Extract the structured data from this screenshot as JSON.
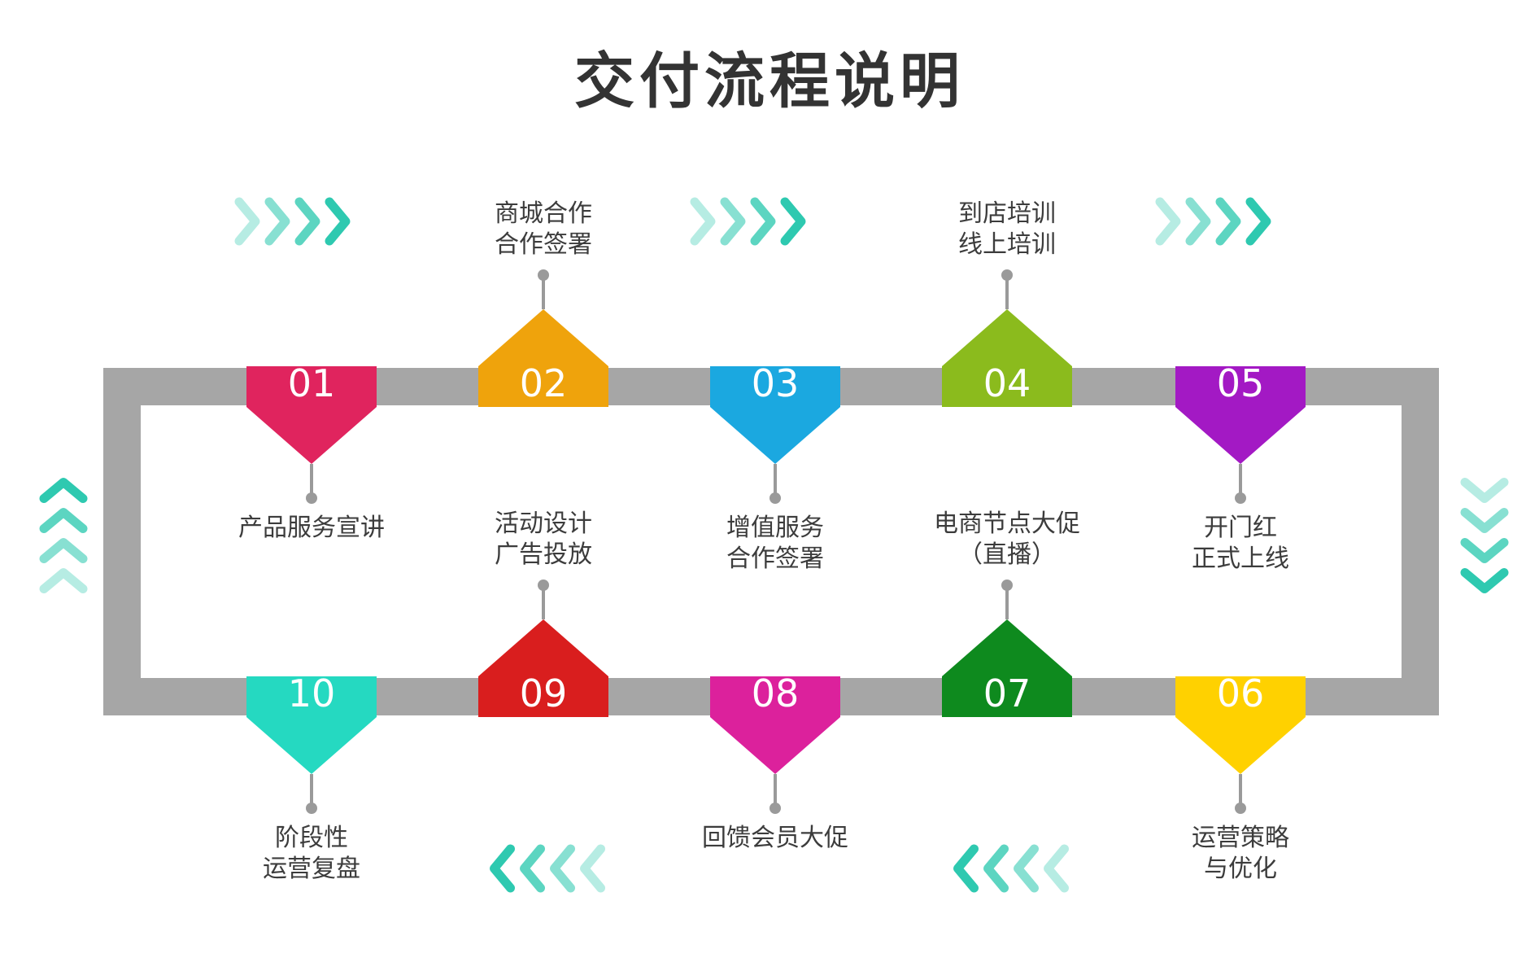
{
  "title": "交付流程说明",
  "colors": {
    "frame": "#a6a6a6",
    "connector": "#9a9a9a",
    "chevron": "#2ec9b0",
    "title_text": "#333333",
    "label_text": "#3c3c3c",
    "number_text": "#ffffff"
  },
  "steps": [
    {
      "num": "01",
      "color": "#e0245e",
      "lines": [
        "产品服务宣讲"
      ]
    },
    {
      "num": "02",
      "color": "#efa30c",
      "lines": [
        "商城合作",
        "合作签署"
      ]
    },
    {
      "num": "03",
      "color": "#1ba8e0",
      "lines": [
        "增值服务",
        "合作签署"
      ]
    },
    {
      "num": "04",
      "color": "#8bbb1d",
      "lines": [
        "到店培训",
        "线上培训"
      ]
    },
    {
      "num": "05",
      "color": "#a319c4",
      "lines": [
        "开门红",
        "正式上线"
      ]
    },
    {
      "num": "06",
      "color": "#ffd100",
      "lines": [
        "运营策略",
        "与优化"
      ]
    },
    {
      "num": "07",
      "color": "#0e8a1e",
      "lines": [
        "电商节点大促",
        "（直播）"
      ]
    },
    {
      "num": "08",
      "color": "#dc219c",
      "lines": [
        "回馈会员大促"
      ]
    },
    {
      "num": "09",
      "color": "#d91e1e",
      "lines": [
        "活动设计",
        "广告投放"
      ]
    },
    {
      "num": "10",
      "color": "#25d9c1",
      "lines": [
        "阶段性",
        "运营复盘"
      ]
    }
  ],
  "chevron_groups": [
    {
      "name": "chevrons-top-1",
      "direction": "right"
    },
    {
      "name": "chevrons-top-2",
      "direction": "right"
    },
    {
      "name": "chevrons-top-3",
      "direction": "right"
    },
    {
      "name": "chevrons-right-side",
      "direction": "down"
    },
    {
      "name": "chevrons-bottom-1",
      "direction": "left"
    },
    {
      "name": "chevrons-bottom-2",
      "direction": "left"
    },
    {
      "name": "chevrons-left-side",
      "direction": "up"
    }
  ]
}
